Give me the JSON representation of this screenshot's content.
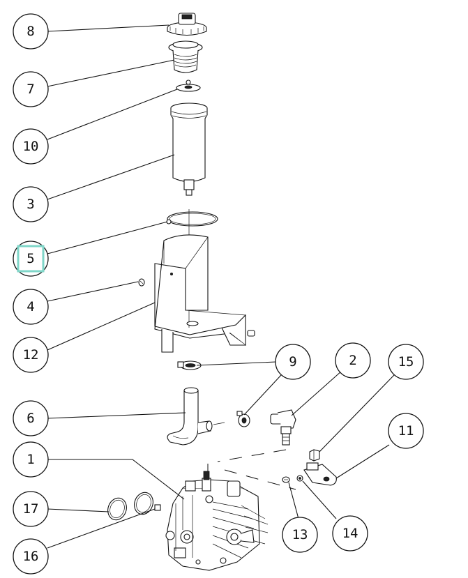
{
  "callouts": [
    {
      "id": "8",
      "label": "8"
    },
    {
      "id": "7",
      "label": "7"
    },
    {
      "id": "10",
      "label": "10"
    },
    {
      "id": "3",
      "label": "3"
    },
    {
      "id": "5",
      "label": "5",
      "highlighted": true
    },
    {
      "id": "4",
      "label": "4"
    },
    {
      "id": "12",
      "label": "12"
    },
    {
      "id": "9",
      "label": "9"
    },
    {
      "id": "2",
      "label": "2"
    },
    {
      "id": "15",
      "label": "15"
    },
    {
      "id": "6",
      "label": "6"
    },
    {
      "id": "11",
      "label": "11"
    },
    {
      "id": "1",
      "label": "1"
    },
    {
      "id": "17",
      "label": "17"
    },
    {
      "id": "13",
      "label": "13"
    },
    {
      "id": "14",
      "label": "14"
    },
    {
      "id": "16",
      "label": "16"
    }
  ],
  "colors": {
    "line": "#111111",
    "highlight": "#7fd6c8",
    "background": "#ffffff"
  }
}
